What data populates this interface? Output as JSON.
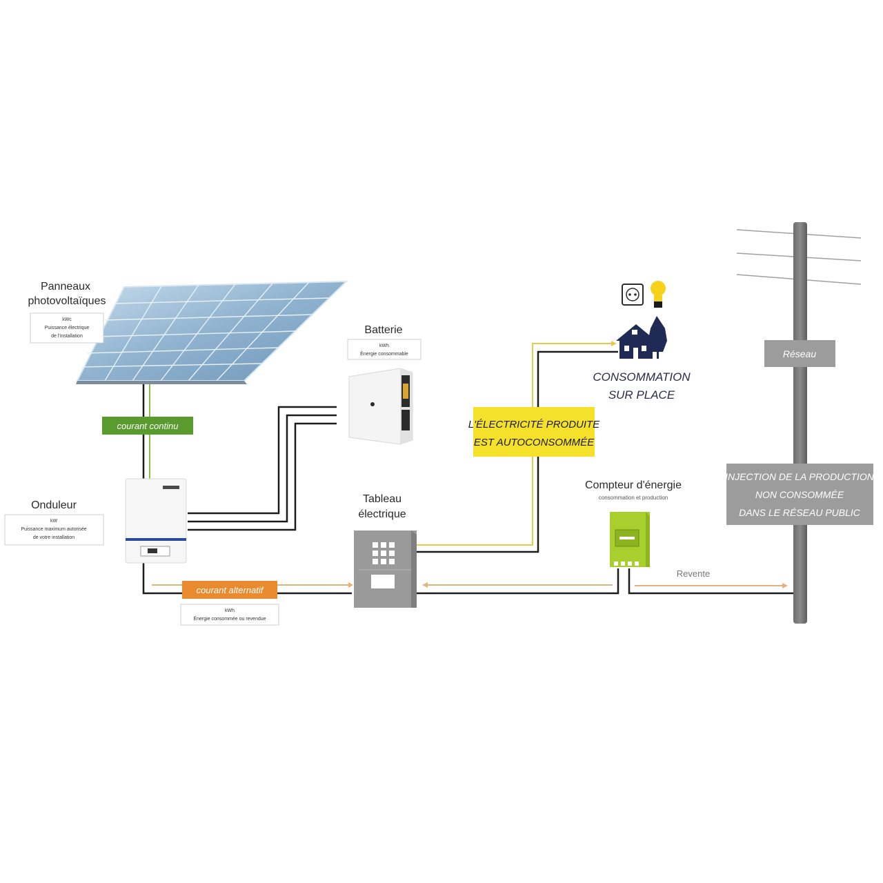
{
  "labels": {
    "panels_line1": "Panneaux",
    "panels_line2": "photovoltaïques",
    "panels_caption_line1": "kWc",
    "panels_caption_line2": "Puissance électrique",
    "panels_caption_line3": "de l'installation",
    "battery_title": "Batterie",
    "battery_caption_line1": "kWh",
    "battery_caption_line2": "Énergie consommable",
    "inverter_title": "Onduleur",
    "inverter_caption_line1": "kW",
    "inverter_caption_line2": "Puissance maximum autorisée",
    "inverter_caption_line3": "de votre installation",
    "dc_tag": "courant continu",
    "ac_tag": "courant alternatif",
    "ac_caption_line1": "kWh",
    "ac_caption_line2": "Énergie consommée ou revendue",
    "board_line1": "Tableau",
    "board_line2": "électrique",
    "self_consumed_line1": "L'ÉLECTRICITÉ PRODUITE",
    "self_consumed_line2": "EST AUTOCONSOMMÉE",
    "consumption_line1": "CONSOMMATION",
    "consumption_line2": "SUR PLACE",
    "meter_title": "Compteur d'énergie",
    "meter_sub": "consommation et production",
    "grid_label": "Réseau",
    "injection_line1": "INJECTION DE LA PRODUCTION",
    "injection_line2": "NON CONSOMMÉE",
    "injection_line3": "DANS LE RÉSEAU PUBLIC",
    "revente": "Revente"
  },
  "colors": {
    "dc_green": "#5a9a2e",
    "ac_orange": "#e98a2e",
    "self_yellow": "#f5e02a",
    "grid_grey": "#9c9c9c",
    "meter_green": "#a8cf2e",
    "house_navy": "#1f2a55",
    "bulb_yellow": "#f7d21a",
    "wire_yellow": "#e9c84a",
    "wire_orange": "#e7b07a"
  },
  "icons": [
    "solar-panel-icon",
    "battery-icon",
    "inverter-icon",
    "electrical-board-icon",
    "energy-meter-icon",
    "house-icon",
    "socket-icon",
    "light-bulb-icon",
    "utility-pole-icon"
  ]
}
